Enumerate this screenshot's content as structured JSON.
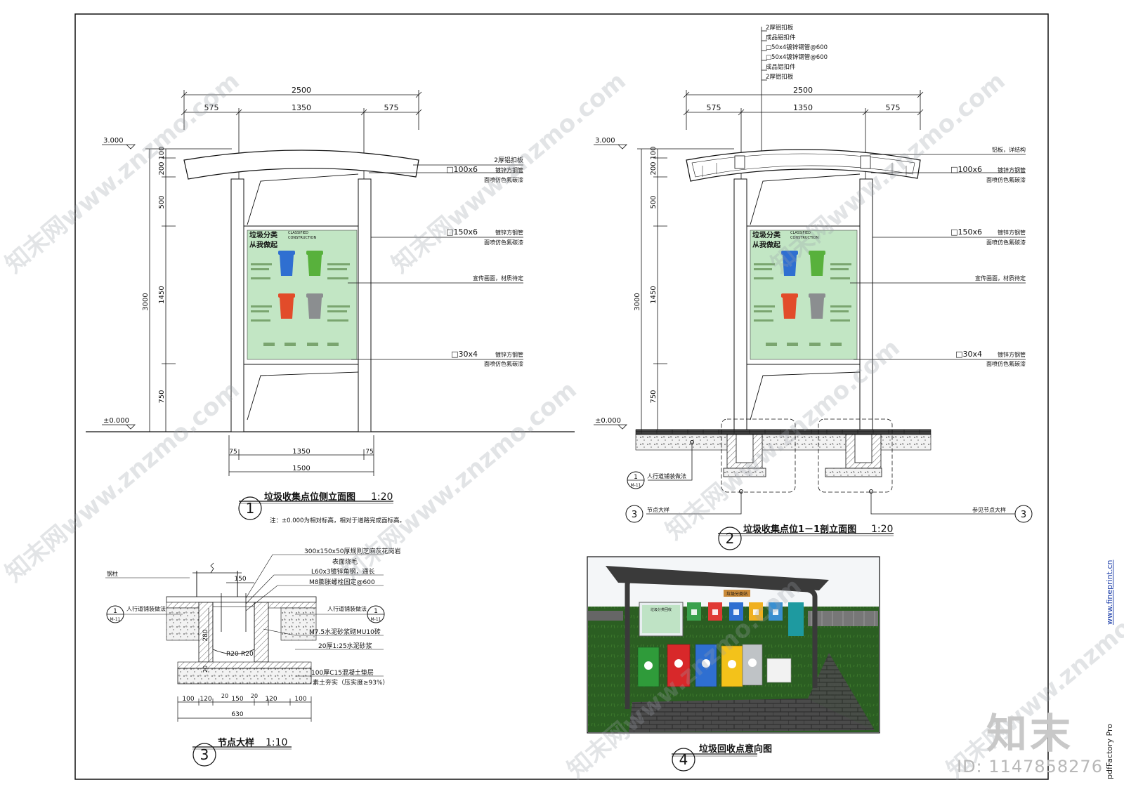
{
  "drawing": {
    "view1": {
      "dims_top": {
        "total": "2500",
        "left": "575",
        "mid": "1350",
        "right": "575"
      },
      "elev_top": "3.000",
      "elev_zero": "±0.000",
      "vdims": {
        "total": "3000",
        "d100": "100",
        "d200": "200",
        "d500": "500",
        "d1450": "1450",
        "d750": "750"
      },
      "dims_bottom": {
        "d75a": "75",
        "d1350": "1350",
        "d75b": "75",
        "d1500": "1500"
      },
      "callouts": [
        {
          "main": "2厚铝扣板",
          "sub": ""
        },
        {
          "main": "□100x6",
          "note": "镀锌方钢管",
          "sub": "面喷仿色氟碳漆"
        },
        {
          "main": "□150x6",
          "note": "镀锌方钢管",
          "sub": "面喷仿色氟碳漆"
        },
        {
          "main": "宣传画面，材质待定",
          "sub": ""
        },
        {
          "main": "□30x4",
          "note": "镀锌方钢管",
          "sub": "面喷仿色氟碳漆"
        }
      ],
      "title": "垃圾收集点位侧立面图",
      "scale": "1:20",
      "number": "1",
      "note": "注：±0.000为相对标高，相对于道路完成面标高。"
    },
    "view2": {
      "top_callouts": [
        "2厚铝扣板",
        "成品铝扣件",
        "□50x4镀锌钢管@600",
        "□50x4镀锌钢管@600",
        "成品铝扣件",
        "2厚铝扣板"
      ],
      "right_top_note": "铝板，详结构",
      "dims_top": {
        "total": "2500",
        "left": "575",
        "mid": "1350",
        "right": "575"
      },
      "elev_top": "3.000",
      "elev_zero": "±0.000",
      "vdims": {
        "total": "3000",
        "d100": "100",
        "d200": "200",
        "d500": "500",
        "d1450": "1450",
        "d750": "750"
      },
      "callouts": [
        {
          "main": "□100x6",
          "note": "镀锌方钢管",
          "sub": "面喷仿色氟碳漆"
        },
        {
          "main": "□150x6",
          "note": "镀锌方钢管",
          "sub": "面喷仿色氟碳漆"
        },
        {
          "main": "宣传画面，材质待定",
          "sub": ""
        },
        {
          "main": "□30x4",
          "note": "镀锌方钢管",
          "sub": "面喷仿色氟碳漆"
        }
      ],
      "bubble_left_label": "人行道铺装做法",
      "bubble_left_num": "1",
      "bubble_left_sheet": "M-11",
      "node_left_label": "节点大样",
      "node_right_label": "参见节点大样",
      "node_num": "3",
      "title": "垃圾收集点位1－1剖立面图",
      "scale": "1:20",
      "number": "2"
    },
    "view3": {
      "callouts": [
        "300x150x50厚规则芝麻灰花岗岩",
        "表面烧毛",
        "L60x3镀锌角钢，通长",
        "M8膨胀螺栓固定@600",
        "M7.5水泥砂浆砌MU10砖",
        "20厚1:25水泥砂浆",
        "100厚C15混凝土垫层",
        "素土夯实（压实度≥93%）"
      ],
      "left_top": "钢柱",
      "left_label": "人行道铺装做法",
      "right_label": "人行道铺装做法",
      "bubble_num": "1",
      "bubble_sheet": "M-11",
      "dim_150": "150",
      "dim_280": "280",
      "dim_20a": "20",
      "dim_20b": "20",
      "dim_20c": "20",
      "r_label_a": "R20",
      "r_label_b": "R20",
      "bottom_dims": [
        "100",
        "120",
        "150",
        "120",
        "100"
      ],
      "total": "630",
      "title": "节点大样",
      "scale": "1:10",
      "number": "3"
    },
    "view4": {
      "title": "垃圾回收点意向图",
      "number": "4",
      "sign": "垃圾分类站",
      "board_title": "垃圾分类回收"
    },
    "poster": {
      "title1": "垃圾分类",
      "title2": "从我做起",
      "subtitle": "CLASSIFIED",
      "subtitle2": "CONSTRUCTION"
    }
  },
  "sidebar": {
    "link": "www.fineprint.cn",
    "producer": "pdfFactory Pro"
  },
  "watermark": {
    "text": "知末网www.znzmo.com",
    "logo": "知末",
    "id": "ID: 1147858276"
  },
  "colors": {
    "bin_blue": "#2f6fd1",
    "bin_green": "#58b13c",
    "bin_red": "#e24c2a",
    "bin_gray": "#8b8e90",
    "poster_bg": "#bfe6c4",
    "grass": "#2a5a20"
  }
}
